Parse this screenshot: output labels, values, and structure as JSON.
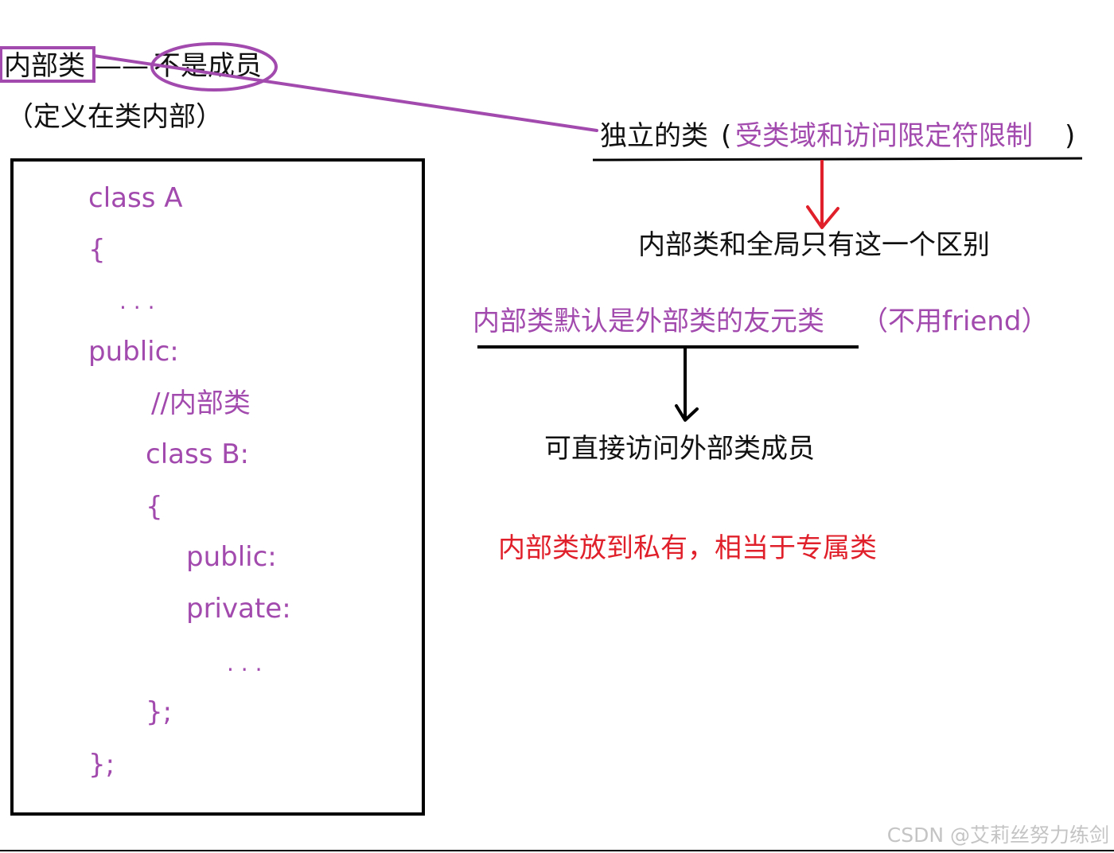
{
  "header": {
    "inner_class": "内部类",
    "dash": "——",
    "not_member": "不是成员",
    "definition": "（定义在类内部）"
  },
  "notes": {
    "independent_prefix": "独立的类",
    "paren_open": "(",
    "restriction": "受类域和访问限定符限制",
    "paren_close": ")",
    "only_difference": "内部类和全局只有这一个区别",
    "friend_main": "内部类默认是外部类的友元类",
    "friend_paren": "（不用friend）",
    "direct_access": "可直接访问外部类成员",
    "private_note": "内部类放到私有，相当于专属类"
  },
  "code_lines": {
    "l1": "class A",
    "l2": "{",
    "l3": ". . .",
    "l4": "public:",
    "l5": "//内部类",
    "l6": "class B:",
    "l7": "{",
    "l8": "public:",
    "l9": "private:",
    "l10": ".   .   .",
    "l11": "};",
    "l12": "};"
  },
  "colors": {
    "purple": "#a24aad",
    "red": "#e0202a",
    "black": "#111111"
  },
  "watermark": "CSDN @艾莉丝努力练剑"
}
